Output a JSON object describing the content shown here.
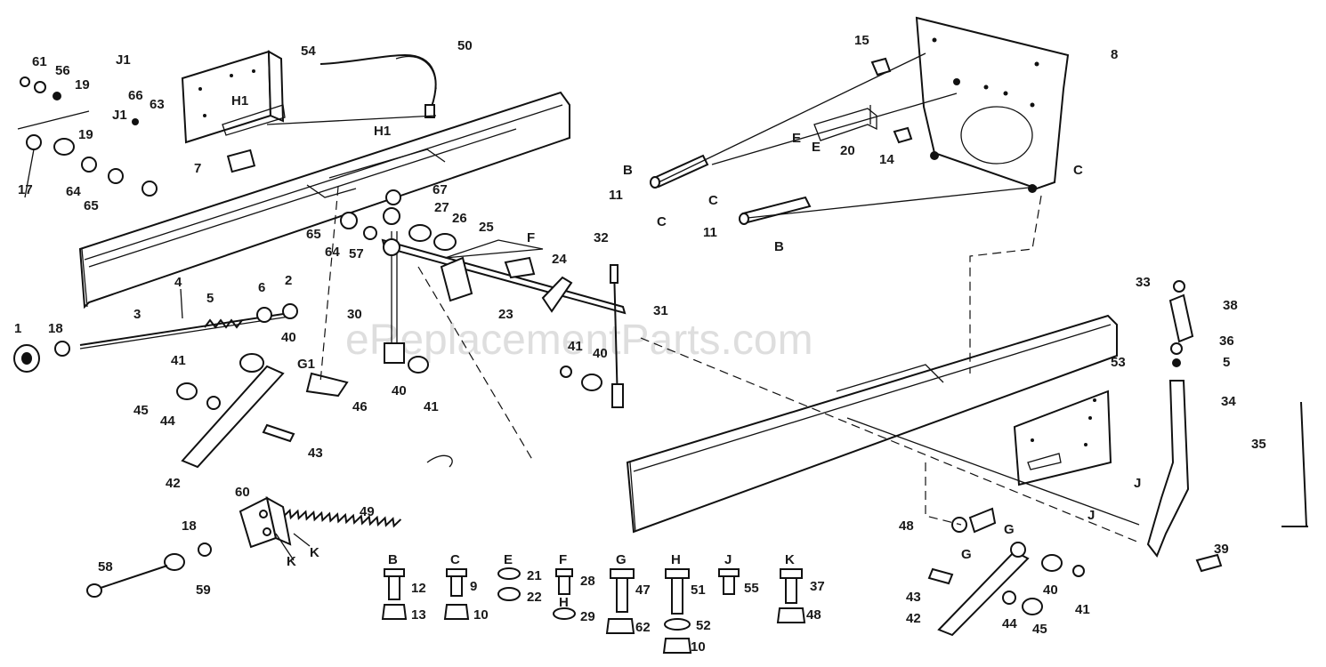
{
  "watermark": "eReplacementParts.com",
  "labels": [
    {
      "id": "l-61",
      "text": "61"
    },
    {
      "id": "l-56",
      "text": "56"
    },
    {
      "id": "l-19a",
      "text": "19"
    },
    {
      "id": "l-J1",
      "text": "J1"
    },
    {
      "id": "l-54",
      "text": "54"
    },
    {
      "id": "l-50",
      "text": "50"
    },
    {
      "id": "l-H1a",
      "text": "H1"
    },
    {
      "id": "l-H1b",
      "text": "H1"
    },
    {
      "id": "l-J1b",
      "text": "J1"
    },
    {
      "id": "l-66",
      "text": "66"
    },
    {
      "id": "l-63",
      "text": "63"
    },
    {
      "id": "l-19b",
      "text": "19"
    },
    {
      "id": "l-17",
      "text": "17"
    },
    {
      "id": "l-64a",
      "text": "64"
    },
    {
      "id": "l-65a",
      "text": "65"
    },
    {
      "id": "l-7",
      "text": "7"
    },
    {
      "id": "l-67",
      "text": "67"
    },
    {
      "id": "l-27",
      "text": "27"
    },
    {
      "id": "l-26",
      "text": "26"
    },
    {
      "id": "l-25",
      "text": "25"
    },
    {
      "id": "l-F",
      "text": "F"
    },
    {
      "id": "l-24",
      "text": "24"
    },
    {
      "id": "l-65b",
      "text": "65"
    },
    {
      "id": "l-64b",
      "text": "64"
    },
    {
      "id": "l-57",
      "text": "57"
    },
    {
      "id": "l-32",
      "text": "32"
    },
    {
      "id": "l-4",
      "text": "4"
    },
    {
      "id": "l-5a",
      "text": "5"
    },
    {
      "id": "l-6",
      "text": "6"
    },
    {
      "id": "l-2",
      "text": "2"
    },
    {
      "id": "l-30",
      "text": "30"
    },
    {
      "id": "l-23",
      "text": "23"
    },
    {
      "id": "l-31",
      "text": "31"
    },
    {
      "id": "l-1",
      "text": "1"
    },
    {
      "id": "l-18a",
      "text": "18"
    },
    {
      "id": "l-3",
      "text": "3"
    },
    {
      "id": "l-41a",
      "text": "41"
    },
    {
      "id": "l-40a",
      "text": "40"
    },
    {
      "id": "l-G1",
      "text": "G1"
    },
    {
      "id": "l-46",
      "text": "46"
    },
    {
      "id": "l-40b",
      "text": "40"
    },
    {
      "id": "l-41b",
      "text": "41"
    },
    {
      "id": "l-41c",
      "text": "41"
    },
    {
      "id": "l-40c",
      "text": "40"
    },
    {
      "id": "l-45a",
      "text": "45"
    },
    {
      "id": "l-44a",
      "text": "44"
    },
    {
      "id": "l-43a",
      "text": "43"
    },
    {
      "id": "l-42a",
      "text": "42"
    },
    {
      "id": "l-49",
      "text": "49"
    },
    {
      "id": "l-60",
      "text": "60"
    },
    {
      "id": "l-18b",
      "text": "18"
    },
    {
      "id": "l-K1",
      "text": "K"
    },
    {
      "id": "l-K2",
      "text": "K"
    },
    {
      "id": "l-58",
      "text": "58"
    },
    {
      "id": "l-59",
      "text": "59"
    },
    {
      "id": "l-15",
      "text": "15"
    },
    {
      "id": "l-8",
      "text": "8"
    },
    {
      "id": "l-E1",
      "text": "E"
    },
    {
      "id": "l-E2",
      "text": "E"
    },
    {
      "id": "l-20",
      "text": "20"
    },
    {
      "id": "l-14",
      "text": "14"
    },
    {
      "id": "l-B1",
      "text": "B"
    },
    {
      "id": "l-11a",
      "text": "11"
    },
    {
      "id": "l-C1",
      "text": "C"
    },
    {
      "id": "l-C2",
      "text": "C"
    },
    {
      "id": "l-C3",
      "text": "C"
    },
    {
      "id": "l-11b",
      "text": "11"
    },
    {
      "id": "l-B2",
      "text": "B"
    },
    {
      "id": "l-33",
      "text": "33"
    },
    {
      "id": "l-38",
      "text": "38"
    },
    {
      "id": "l-36",
      "text": "36"
    },
    {
      "id": "l-5b",
      "text": "5"
    },
    {
      "id": "l-34",
      "text": "34"
    },
    {
      "id": "l-53",
      "text": "53"
    },
    {
      "id": "l-35",
      "text": "35"
    },
    {
      "id": "l-J2",
      "text": "J"
    },
    {
      "id": "l-J3",
      "text": "J"
    },
    {
      "id": "l-48a",
      "text": "48"
    },
    {
      "id": "l-G2",
      "text": "G"
    },
    {
      "id": "l-G3",
      "text": "G"
    },
    {
      "id": "l-43b",
      "text": "43"
    },
    {
      "id": "l-42b",
      "text": "42"
    },
    {
      "id": "l-40d",
      "text": "40"
    },
    {
      "id": "l-41d",
      "text": "41"
    },
    {
      "id": "l-44b",
      "text": "44"
    },
    {
      "id": "l-45b",
      "text": "45"
    },
    {
      "id": "l-39",
      "text": "39"
    }
  ],
  "hardware_groups": [
    {
      "letter": "B",
      "parts": [
        "12",
        "13"
      ]
    },
    {
      "letter": "C",
      "parts": [
        "9",
        "10"
      ]
    },
    {
      "letter": "E",
      "parts": [
        "21",
        "22"
      ]
    },
    {
      "letter": "F",
      "parts": [
        "28",
        "29"
      ]
    },
    {
      "letter": "G",
      "parts": [
        "47",
        "62"
      ]
    },
    {
      "letter": "H",
      "parts": [
        "51",
        "52",
        "10"
      ]
    },
    {
      "letter": "J",
      "parts": [
        "55"
      ]
    },
    {
      "letter": "K",
      "parts": [
        "37",
        "48"
      ]
    }
  ]
}
